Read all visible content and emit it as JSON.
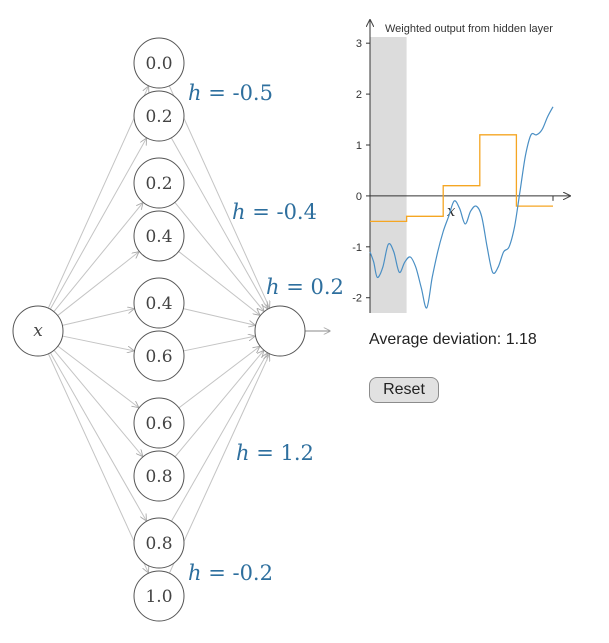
{
  "network": {
    "input_label": "x",
    "hidden_nodes": [
      "0.0",
      "0.2",
      "0.2",
      "0.4",
      "0.4",
      "0.6",
      "0.6",
      "0.8",
      "0.8",
      "1.0"
    ],
    "pair_heights": [
      {
        "symbol": "h",
        "equals": " = ",
        "value": "-0.5"
      },
      {
        "symbol": "h",
        "equals": " = ",
        "value": "-0.4"
      },
      {
        "symbol": "h",
        "equals": " = ",
        "value": "0.2"
      },
      {
        "symbol": "h",
        "equals": " = ",
        "value": "1.2"
      },
      {
        "symbol": "h",
        "equals": " = ",
        "value": "-0.2"
      }
    ]
  },
  "chart_data": {
    "type": "line",
    "title": "Weighted output from hidden layer",
    "xlabel": "x",
    "xlim": [
      0,
      1
    ],
    "ylim": [
      -2.3,
      3.2
    ],
    "yticks": [
      "3",
      "2",
      "1",
      "0",
      "-1",
      "-2"
    ],
    "shaded_region": [
      0,
      0.2
    ],
    "series": [
      {
        "style": "step",
        "color": "#f5a623",
        "x": [
          0,
          0.2,
          0.2,
          0.4,
          0.4,
          0.6,
          0.6,
          0.8,
          0.8,
          1.0
        ],
        "y": [
          -0.5,
          -0.5,
          -0.4,
          -0.4,
          0.2,
          0.2,
          1.2,
          1.2,
          -0.2,
          -0.2
        ]
      },
      {
        "style": "curve",
        "color": "#4a8fc4",
        "x": [
          0,
          0.02,
          0.04,
          0.07,
          0.1,
          0.13,
          0.16,
          0.19,
          0.22,
          0.25,
          0.28,
          0.31,
          0.34,
          0.37,
          0.4,
          0.43,
          0.46,
          0.49,
          0.52,
          0.55,
          0.58,
          0.61,
          0.64,
          0.67,
          0.7,
          0.73,
          0.76,
          0.79,
          0.82,
          0.85,
          0.88,
          0.91,
          0.94,
          0.97,
          1.0
        ],
        "y": [
          -1.1,
          -1.3,
          -1.6,
          -1.4,
          -0.95,
          -1.1,
          -1.5,
          -1.3,
          -1.2,
          -1.4,
          -1.8,
          -2.2,
          -1.6,
          -1.1,
          -0.7,
          -0.4,
          -0.1,
          -0.25,
          -0.55,
          -0.3,
          -0.2,
          -0.4,
          -1.0,
          -1.5,
          -1.4,
          -1.1,
          -1.0,
          -0.6,
          0.1,
          0.8,
          1.2,
          1.2,
          1.3,
          1.55,
          1.75
        ]
      }
    ]
  },
  "stats": {
    "deviation_text": "Average deviation: 1.18"
  },
  "controls": {
    "reset_label": "Reset"
  }
}
